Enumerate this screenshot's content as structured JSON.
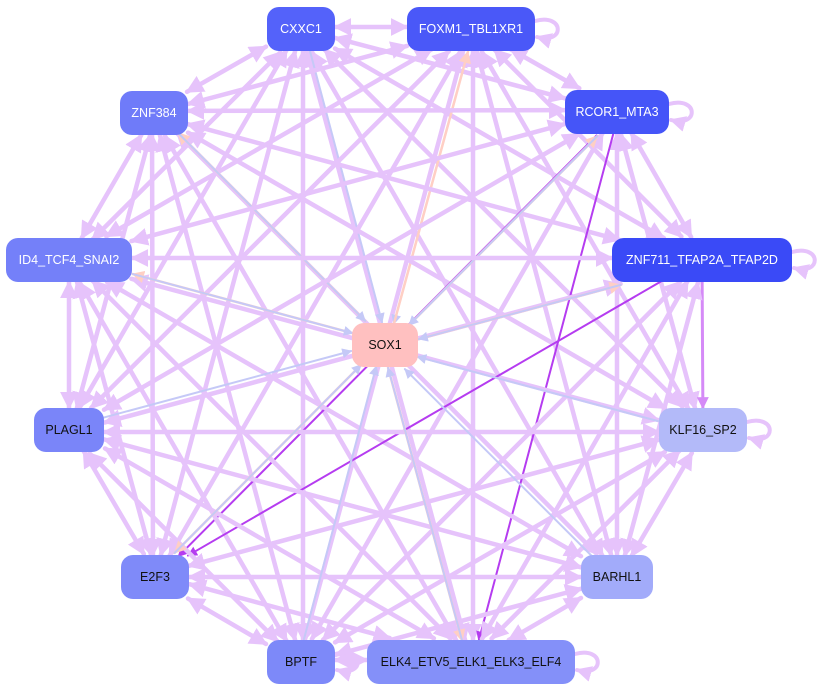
{
  "nodes": [
    {
      "id": "CXXC1",
      "label": "CXXC1",
      "fill": "#5462fa",
      "text": "#ffffff"
    },
    {
      "id": "FOXM1_TBL1XR1",
      "label": "FOXM1_TBL1XR1",
      "fill": "#4a58f8",
      "text": "#ffffff"
    },
    {
      "id": "ZNF384",
      "label": "ZNF384",
      "fill": "#6f7bf9",
      "text": "#ffffff"
    },
    {
      "id": "RCOR1_MTA3",
      "label": "RCOR1_MTA3",
      "fill": "#4555f8",
      "text": "#ffffff"
    },
    {
      "id": "ID4_TCF4_SNAI2",
      "label": "ID4_TCF4_SNAI2",
      "fill": "#7480f9",
      "text": "#ffffff"
    },
    {
      "id": "ZNF711_TFAP2A_TFAP2D",
      "label": "ZNF711_TFAP2A_TFAP2D",
      "fill": "#3a4af7",
      "text": "#ffffff"
    },
    {
      "id": "SOX1",
      "label": "SOX1",
      "fill": "#ffc0c0",
      "text": "#111111"
    },
    {
      "id": "PLAGL1",
      "label": "PLAGL1",
      "fill": "#7a85f9",
      "text": "#111111"
    },
    {
      "id": "KLF16_SP2",
      "label": "KLF16_SP2",
      "fill": "#b3baf9",
      "text": "#111111"
    },
    {
      "id": "E2F3",
      "label": "E2F3",
      "fill": "#7f8af9",
      "text": "#111111"
    },
    {
      "id": "BARHL1",
      "label": "BARHL1",
      "fill": "#a2abfa",
      "text": "#111111"
    },
    {
      "id": "BPTF",
      "label": "BPTF",
      "fill": "#7d89f9",
      "text": "#111111"
    },
    {
      "id": "ELK4_ETV5_ELK1_ELK3_ELF4",
      "label": "ELK4_ETV5_ELK1_ELK3_ELF4",
      "fill": "#8490f9",
      "text": "#111111"
    }
  ],
  "edge_colors": {
    "default": "#e6c3fb",
    "strong": "#b53cf0",
    "medium": "#d58af7",
    "to_sox1": "#c5c9f7",
    "from_sox1": "#ffcfc4"
  },
  "edges": [
    [
      "CXXC1",
      "FOXM1_TBL1XR1",
      "default"
    ],
    [
      "CXXC1",
      "RCOR1_MTA3",
      "default"
    ],
    [
      "CXXC1",
      "ZNF384",
      "default"
    ],
    [
      "CXXC1",
      "ID4_TCF4_SNAI2",
      "default"
    ],
    [
      "CXXC1",
      "ZNF711_TFAP2A_TFAP2D",
      "default"
    ],
    [
      "CXXC1",
      "PLAGL1",
      "default"
    ],
    [
      "CXXC1",
      "KLF16_SP2",
      "default"
    ],
    [
      "CXXC1",
      "E2F3",
      "default"
    ],
    [
      "CXXC1",
      "BARHL1",
      "default"
    ],
    [
      "CXXC1",
      "BPTF",
      "default"
    ],
    [
      "CXXC1",
      "ELK4_ETV5_ELK1_ELK3_ELF4",
      "default"
    ],
    [
      "CXXC1",
      "SOX1",
      "to_sox1"
    ],
    [
      "FOXM1_TBL1XR1",
      "RCOR1_MTA3",
      "default"
    ],
    [
      "FOXM1_TBL1XR1",
      "ZNF384",
      "default"
    ],
    [
      "FOXM1_TBL1XR1",
      "ID4_TCF4_SNAI2",
      "default"
    ],
    [
      "FOXM1_TBL1XR1",
      "ZNF711_TFAP2A_TFAP2D",
      "default"
    ],
    [
      "FOXM1_TBL1XR1",
      "PLAGL1",
      "default"
    ],
    [
      "FOXM1_TBL1XR1",
      "KLF16_SP2",
      "default"
    ],
    [
      "FOXM1_TBL1XR1",
      "E2F3",
      "default"
    ],
    [
      "FOXM1_TBL1XR1",
      "BARHL1",
      "default"
    ],
    [
      "FOXM1_TBL1XR1",
      "BPTF",
      "default"
    ],
    [
      "FOXM1_TBL1XR1",
      "ELK4_ETV5_ELK1_ELK3_ELF4",
      "default"
    ],
    [
      "FOXM1_TBL1XR1",
      "SOX1",
      "to_sox1"
    ],
    [
      "SOX1",
      "FOXM1_TBL1XR1",
      "from_sox1"
    ],
    [
      "ZNF384",
      "RCOR1_MTA3",
      "default"
    ],
    [
      "ZNF384",
      "ID4_TCF4_SNAI2",
      "default"
    ],
    [
      "ZNF384",
      "ZNF711_TFAP2A_TFAP2D",
      "default"
    ],
    [
      "ZNF384",
      "PLAGL1",
      "default"
    ],
    [
      "ZNF384",
      "KLF16_SP2",
      "default"
    ],
    [
      "ZNF384",
      "E2F3",
      "default"
    ],
    [
      "ZNF384",
      "BARHL1",
      "default"
    ],
    [
      "ZNF384",
      "BPTF",
      "default"
    ],
    [
      "ZNF384",
      "ELK4_ETV5_ELK1_ELK3_ELF4",
      "default"
    ],
    [
      "SOX1",
      "ZNF384",
      "from_sox1"
    ],
    [
      "ZNF384",
      "SOX1",
      "to_sox1"
    ],
    [
      "RCOR1_MTA3",
      "ID4_TCF4_SNAI2",
      "default"
    ],
    [
      "RCOR1_MTA3",
      "ZNF711_TFAP2A_TFAP2D",
      "default"
    ],
    [
      "RCOR1_MTA3",
      "PLAGL1",
      "default"
    ],
    [
      "RCOR1_MTA3",
      "KLF16_SP2",
      "default"
    ],
    [
      "RCOR1_MTA3",
      "E2F3",
      "strong"
    ],
    [
      "RCOR1_MTA3",
      "BARHL1",
      "default"
    ],
    [
      "RCOR1_MTA3",
      "BPTF",
      "default"
    ],
    [
      "RCOR1_MTA3",
      "ELK4_ETV5_ELK1_ELK3_ELF4",
      "strong"
    ],
    [
      "SOX1",
      "RCOR1_MTA3",
      "from_sox1"
    ],
    [
      "RCOR1_MTA3",
      "SOX1",
      "to_sox1"
    ],
    [
      "ID4_TCF4_SNAI2",
      "ZNF711_TFAP2A_TFAP2D",
      "default"
    ],
    [
      "ID4_TCF4_SNAI2",
      "PLAGL1",
      "default"
    ],
    [
      "ID4_TCF4_SNAI2",
      "KLF16_SP2",
      "default"
    ],
    [
      "ID4_TCF4_SNAI2",
      "E2F3",
      "default"
    ],
    [
      "ID4_TCF4_SNAI2",
      "BARHL1",
      "default"
    ],
    [
      "ID4_TCF4_SNAI2",
      "BPTF",
      "default"
    ],
    [
      "ID4_TCF4_SNAI2",
      "ELK4_ETV5_ELK1_ELK3_ELF4",
      "default"
    ],
    [
      "SOX1",
      "ID4_TCF4_SNAI2",
      "from_sox1"
    ],
    [
      "ID4_TCF4_SNAI2",
      "SOX1",
      "to_sox1"
    ],
    [
      "ZNF711_TFAP2A_TFAP2D",
      "PLAGL1",
      "default"
    ],
    [
      "ZNF711_TFAP2A_TFAP2D",
      "KLF16_SP2",
      "medium"
    ],
    [
      "ZNF711_TFAP2A_TFAP2D",
      "E2F3",
      "strong"
    ],
    [
      "ZNF711_TFAP2A_TFAP2D",
      "BARHL1",
      "default"
    ],
    [
      "ZNF711_TFAP2A_TFAP2D",
      "BPTF",
      "default"
    ],
    [
      "ZNF711_TFAP2A_TFAP2D",
      "ELK4_ETV5_ELK1_ELK3_ELF4",
      "default"
    ],
    [
      "SOX1",
      "ZNF711_TFAP2A_TFAP2D",
      "from_sox1"
    ],
    [
      "ZNF711_TFAP2A_TFAP2D",
      "SOX1",
      "to_sox1"
    ],
    [
      "PLAGL1",
      "KLF16_SP2",
      "default"
    ],
    [
      "PLAGL1",
      "E2F3",
      "default"
    ],
    [
      "PLAGL1",
      "BARHL1",
      "default"
    ],
    [
      "PLAGL1",
      "BPTF",
      "default"
    ],
    [
      "PLAGL1",
      "ELK4_ETV5_ELK1_ELK3_ELF4",
      "default"
    ],
    [
      "PLAGL1",
      "SOX1",
      "to_sox1"
    ],
    [
      "KLF16_SP2",
      "E2F3",
      "default"
    ],
    [
      "KLF16_SP2",
      "BARHL1",
      "default"
    ],
    [
      "KLF16_SP2",
      "BPTF",
      "default"
    ],
    [
      "KLF16_SP2",
      "ELK4_ETV5_ELK1_ELK3_ELF4",
      "default"
    ],
    [
      "KLF16_SP2",
      "SOX1",
      "to_sox1"
    ],
    [
      "E2F3",
      "BARHL1",
      "default"
    ],
    [
      "E2F3",
      "BPTF",
      "default"
    ],
    [
      "E2F3",
      "ELK4_ETV5_ELK1_ELK3_ELF4",
      "default"
    ],
    [
      "SOX1",
      "E2F3",
      "from_sox1"
    ],
    [
      "E2F3",
      "SOX1",
      "to_sox1"
    ],
    [
      "BARHL1",
      "BPTF",
      "default"
    ],
    [
      "BARHL1",
      "ELK4_ETV5_ELK1_ELK3_ELF4",
      "default"
    ],
    [
      "BARHL1",
      "SOX1",
      "to_sox1"
    ],
    [
      "BPTF",
      "ELK4_ETV5_ELK1_ELK3_ELF4",
      "default"
    ],
    [
      "BPTF",
      "SOX1",
      "to_sox1"
    ],
    [
      "SOX1",
      "ELK4_ETV5_ELK1_ELK3_ELF4",
      "from_sox1"
    ],
    [
      "ELK4_ETV5_ELK1_ELK3_ELF4",
      "SOX1",
      "to_sox1"
    ]
  ],
  "self_loops": [
    "FOXM1_TBL1XR1",
    "RCOR1_MTA3",
    "ZNF711_TFAP2A_TFAP2D",
    "KLF16_SP2",
    "ELK4_ETV5_ELK1_ELK3_ELF4",
    "BPTF"
  ]
}
